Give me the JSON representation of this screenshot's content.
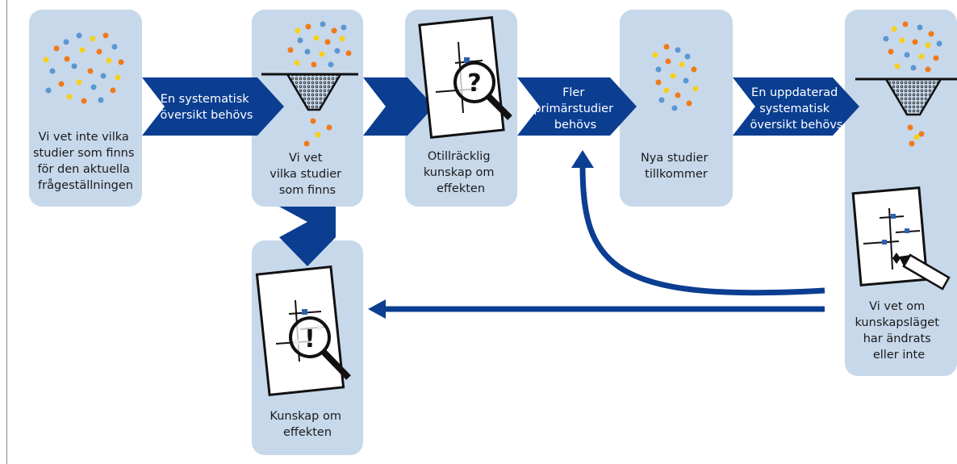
{
  "cards": {
    "card1": [
      "Vi vet inte vilka",
      "studier som finns",
      "för den aktuella",
      "frågeställningen"
    ],
    "card2": [
      "Vi vet",
      "vilka studier",
      "som finns"
    ],
    "card3": [
      "Otillräcklig",
      "kunskap om",
      "effekten"
    ],
    "card4": [
      "Nya studier",
      "tillkommer"
    ],
    "card5": [
      "Vi vet om",
      "kunskapsläget",
      "har ändrats",
      "eller inte"
    ],
    "card6": [
      "Kunskap om",
      "effekten"
    ]
  },
  "arrows": {
    "a1": [
      "En systematisk",
      "översikt behövs"
    ],
    "a2": [
      "Fler",
      "primärstudier",
      "behövs"
    ],
    "a3": [
      "En uppdaterad",
      "systematisk",
      "översikt behövs"
    ]
  },
  "icons": {
    "question": "?",
    "exclaim": "!"
  },
  "colors": {
    "card": "#c7d8eb",
    "arrow": "#0b3e91",
    "dot_orange": "#f07a1b",
    "dot_yellow": "#f5d01e",
    "dot_blue": "#5b97d1"
  }
}
